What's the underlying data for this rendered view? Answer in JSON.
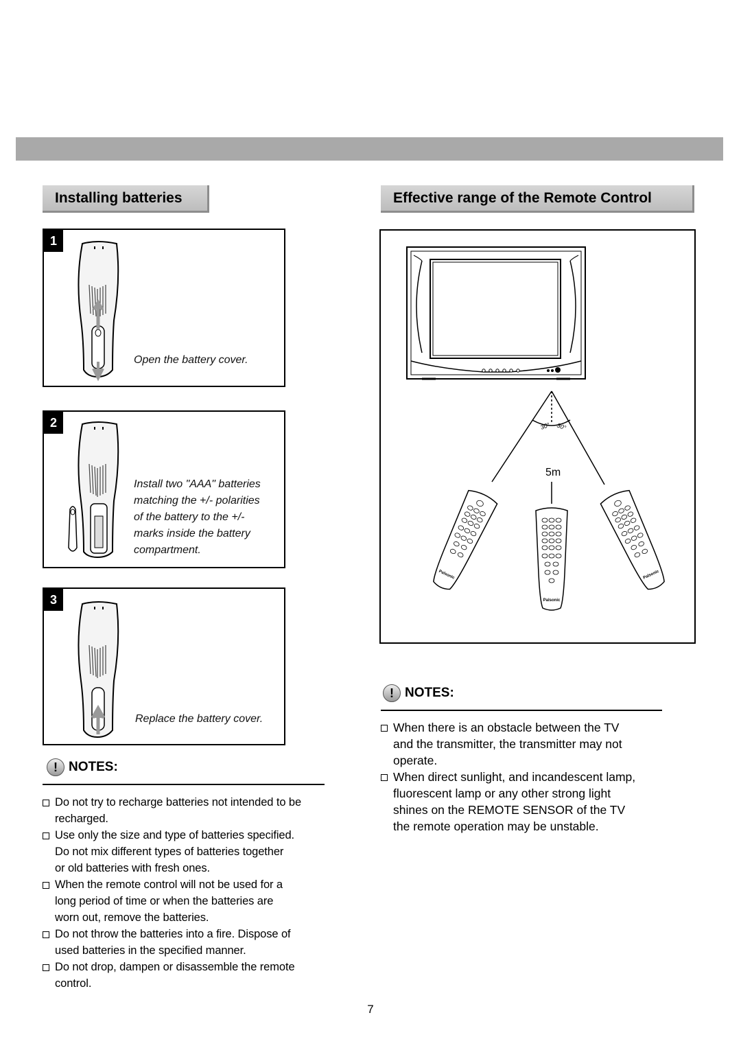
{
  "left_header": "Installing batteries",
  "right_header": "Effective range of the Remote Control",
  "steps": [
    {
      "number": "1",
      "caption": "Open the battery cover."
    },
    {
      "number": "2",
      "caption_lines": [
        "Install two \"AAA\" batteries",
        "matching the +/- polarities",
        "of the battery to the +/-",
        "marks inside the battery",
        "compartment."
      ]
    },
    {
      "number": "3",
      "caption": "Replace the battery cover."
    }
  ],
  "range_diagram": {
    "angle_left": "30°",
    "angle_right": "30°",
    "distance": "5m",
    "remote_brand": "Palsonic"
  },
  "notes_label": "NOTES:",
  "notes_icon": "exclamation-icon",
  "left_notes": [
    [
      "Do not try to recharge batteries not intended to be",
      "recharged."
    ],
    [
      "Use only the size and type of batteries specified.",
      "Do not mix different types of batteries together",
      "or old batteries with fresh ones."
    ],
    [
      "When the remote control will not be used for a",
      "long period of time or when the batteries are",
      "worn out, remove the batteries."
    ],
    [
      "Do not throw the batteries into a fire. Dispose of",
      "used batteries in the specified manner."
    ],
    [
      "Do not drop, dampen or disassemble the remote",
      "control."
    ]
  ],
  "right_notes": [
    [
      "When there is an obstacle between the TV",
      "and the transmitter, the transmitter may not",
      "operate."
    ],
    [
      "When direct sunlight, and incandescent lamp,",
      "fluorescent lamp or any other strong light",
      "shines on the REMOTE SENSOR of the TV",
      "the remote operation may be unstable."
    ]
  ],
  "page_number": "7"
}
